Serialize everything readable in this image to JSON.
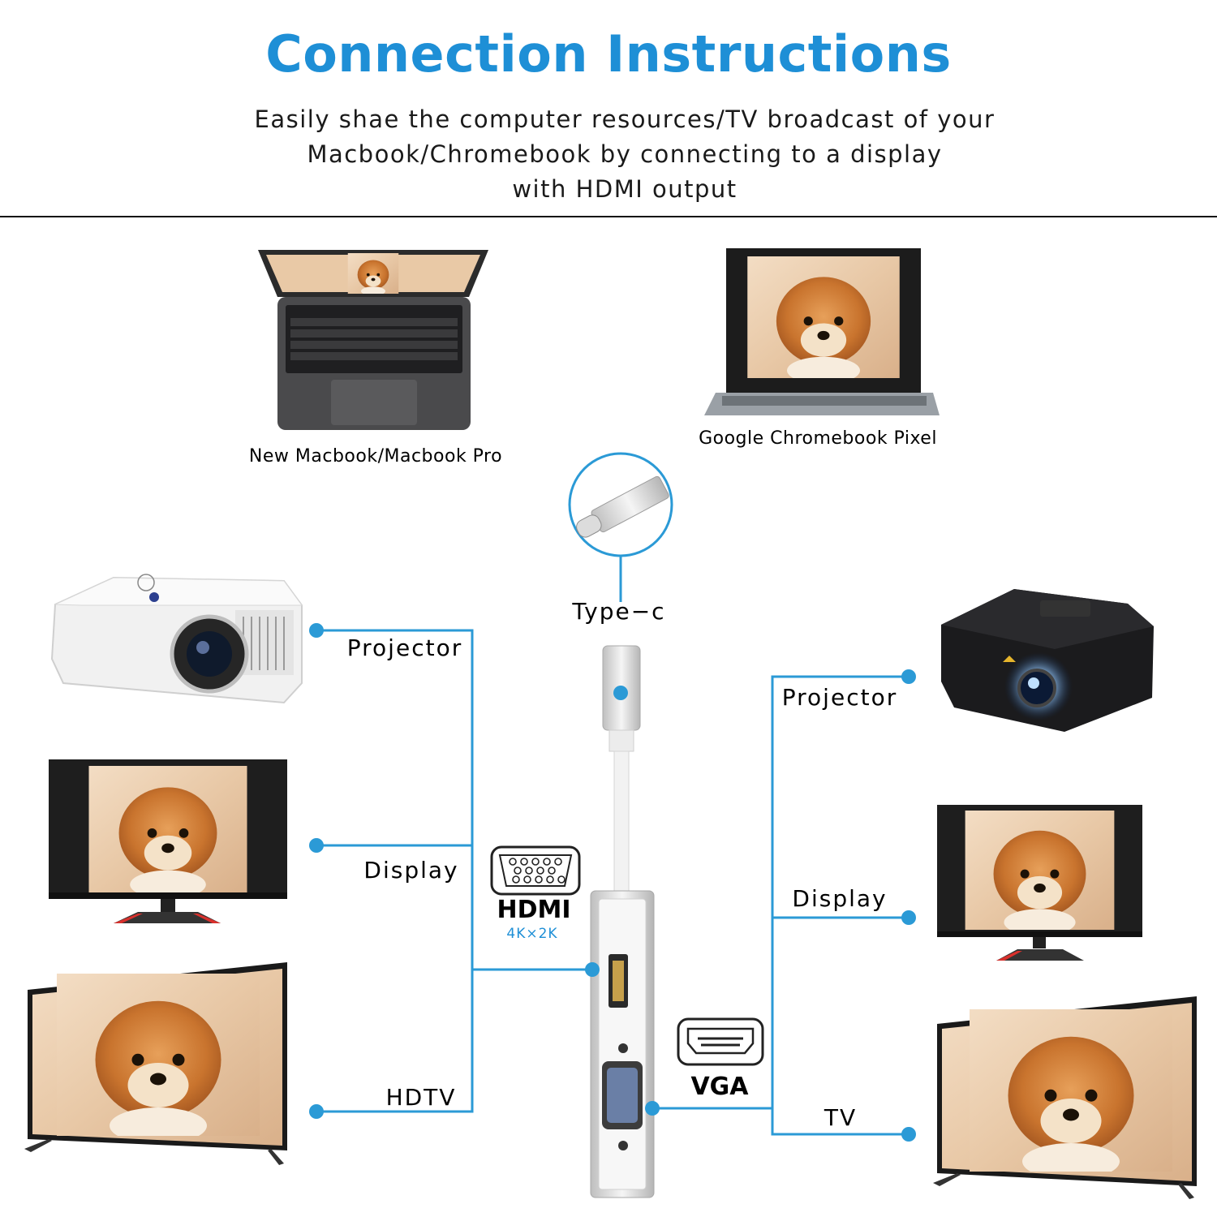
{
  "header": {
    "title": "Connection Instructions",
    "subtitle_lines": [
      "Easily shae the computer resources/TV broadcast of your",
      "Macbook/Chromebook by connecting to a display",
      "with HDMI output"
    ]
  },
  "sources": {
    "macbook_caption": "New Macbook/Macbook Pro",
    "chromebook_caption": "Google Chromebook Pixel"
  },
  "adapter": {
    "input_label": "Type−c",
    "hdmi_label": "HDMI",
    "hdmi_resolution": "4K×2K",
    "vga_label": "VGA"
  },
  "hdmi_outputs": [
    "Projector",
    "Display",
    "HDTV"
  ],
  "vga_outputs": [
    "Projector",
    "Display",
    "TV"
  ],
  "colors": {
    "accent": "#1e8fd6",
    "line": "#2b9ad6",
    "text": "#111111"
  }
}
